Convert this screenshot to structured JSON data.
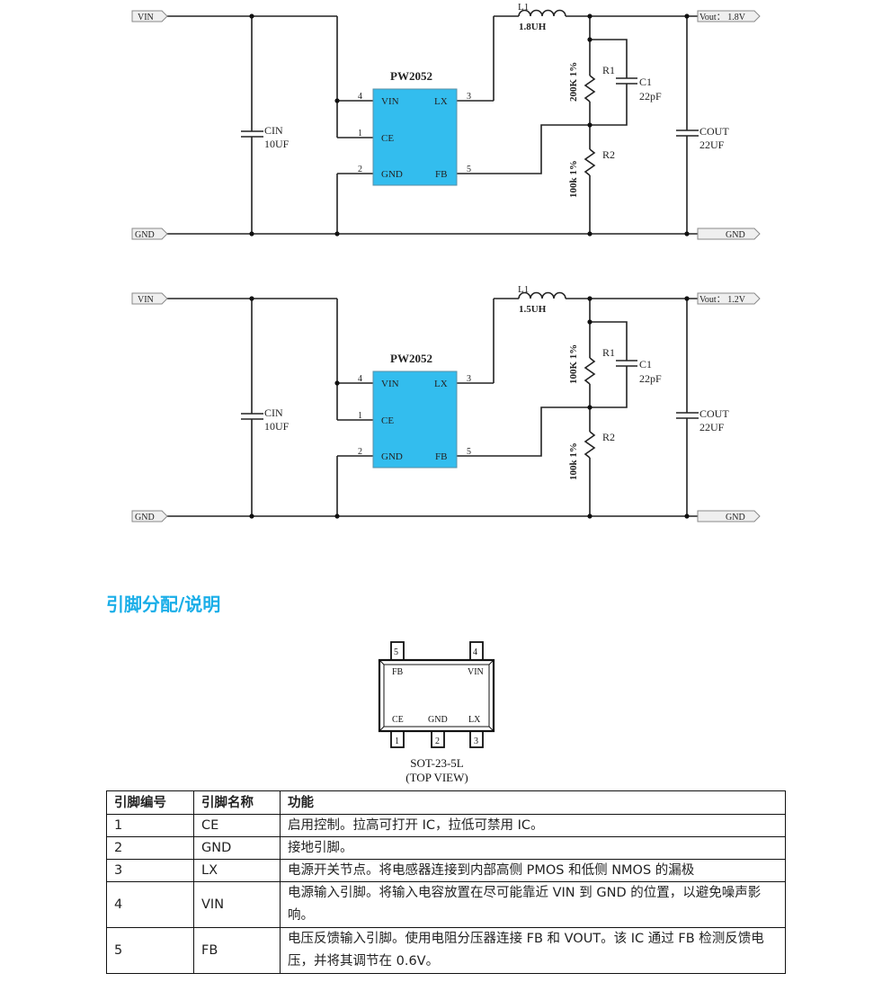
{
  "colors": {
    "chip_fill": "#33bdee",
    "heading": "#1aaee8",
    "wire": "#222222",
    "port_fill": "#efefef"
  },
  "schematics": [
    {
      "vin_port": "VIN",
      "gnd_port_left": "GND",
      "gnd_port_right": "GND",
      "vout_port": "Vout： 1.8V",
      "chip_name": "PW2052",
      "chip_pins": {
        "vin": {
          "name": "VIN",
          "num": "4"
        },
        "ce": {
          "name": "CE",
          "num": "1"
        },
        "gnd": {
          "name": "GND",
          "num": "2"
        },
        "lx": {
          "name": "LX",
          "num": "3"
        },
        "fb": {
          "name": "FB",
          "num": "5"
        }
      },
      "cin": {
        "ref": "CIN",
        "value": "10UF"
      },
      "l1": {
        "ref": "L1",
        "value": "1.8UH"
      },
      "r1": {
        "ref": "R1",
        "value": "200K  1%"
      },
      "c1": {
        "ref": "C1",
        "value": "22pF"
      },
      "r2": {
        "ref": "R2",
        "value": "100k  1%"
      },
      "cout": {
        "ref": "COUT",
        "value": "22UF"
      }
    },
    {
      "vin_port": "VIN",
      "gnd_port_left": "GND",
      "gnd_port_right": "GND",
      "vout_port": "Vout： 1.2V",
      "chip_name": "PW2052",
      "chip_pins": {
        "vin": {
          "name": "VIN",
          "num": "4"
        },
        "ce": {
          "name": "CE",
          "num": "1"
        },
        "gnd": {
          "name": "GND",
          "num": "2"
        },
        "lx": {
          "name": "LX",
          "num": "3"
        },
        "fb": {
          "name": "FB",
          "num": "5"
        }
      },
      "cin": {
        "ref": "CIN",
        "value": "10UF"
      },
      "l1": {
        "ref": "L1",
        "value": "1.5UH"
      },
      "r1": {
        "ref": "R1",
        "value": "100K  1%"
      },
      "c1": {
        "ref": "C1",
        "value": "22pF"
      },
      "r2": {
        "ref": "R2",
        "value": "100k  1%"
      },
      "cout": {
        "ref": "COUT",
        "value": "22UF"
      }
    }
  ],
  "section_title": "引脚分配/说明",
  "package": {
    "top_pins": [
      {
        "num": "5",
        "name": "FB"
      },
      {
        "num": "4",
        "name": "VIN"
      }
    ],
    "bottom_pins": [
      {
        "num": "1",
        "name": "CE"
      },
      {
        "num": "2",
        "name": "GND"
      },
      {
        "num": "3",
        "name": "LX"
      }
    ],
    "name": "SOT-23-5L",
    "view": "(TOP VIEW)"
  },
  "pin_table": {
    "headers": [
      "引脚编号",
      "引脚名称",
      "功能"
    ],
    "rows": [
      {
        "num": "1",
        "name": "CE",
        "desc": "启用控制。拉高可打开 IC，拉低可禁用 IC。"
      },
      {
        "num": "2",
        "name": "GND",
        "desc": "接地引脚。"
      },
      {
        "num": "3",
        "name": "LX",
        "desc": "电源开关节点。将电感器连接到内部高侧 PMOS 和低侧 NMOS 的漏极"
      },
      {
        "num": "4",
        "name": "VIN",
        "desc": "电源输入引脚。将输入电容放置在尽可能靠近 VIN 到 GND 的位置，以避免噪声影响。"
      },
      {
        "num": "5",
        "name": "FB",
        "desc": "电压反馈输入引脚。使用电阻分压器连接 FB 和 VOUT。该 IC 通过 FB 检测反馈电压，并将其调节在 0.6V。"
      }
    ]
  }
}
